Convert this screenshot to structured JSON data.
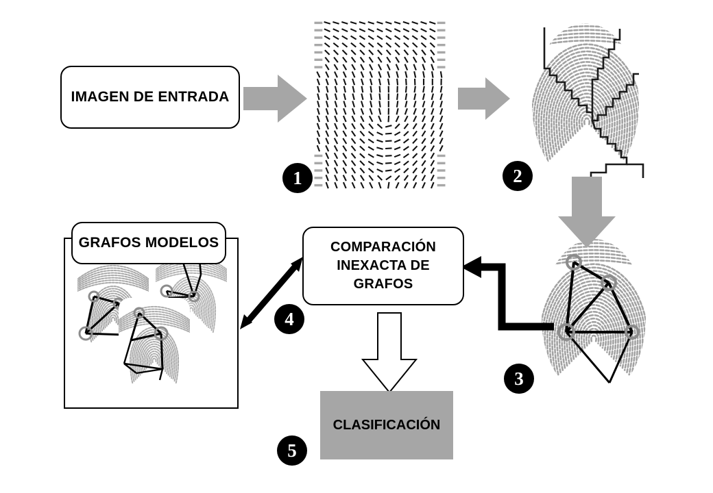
{
  "diagram": {
    "title": "Fingerprint recognition pipeline using inexact graph comparison",
    "colors": {
      "arrow_gray": "#a6a6a6",
      "fingerprint_gray": "#a0a0a0",
      "outline_black": "#000000",
      "box_white": "#ffffff",
      "classification_fill": "#a6a6a6"
    },
    "boxes": {
      "input_image": {
        "label": "IMAGEN DE ENTRADA",
        "shape": "rounded-rectangle",
        "fill": "#ffffff"
      },
      "model_graphs": {
        "label": "GRAFOS MODELOS",
        "shape": "rounded-rectangle",
        "fill": "#ffffff"
      },
      "comparison": {
        "label": "COMPARACIÓN\nINEXACTA DE\nGRAFOS",
        "line1": "COMPARACIÓN",
        "line2": "INEXACTA DE",
        "line3": "GRAFOS",
        "shape": "rounded-rectangle",
        "fill": "#ffffff"
      },
      "classification": {
        "label": "CLASIFICACIÓN",
        "shape": "rectangle",
        "fill": "#a6a6a6"
      }
    },
    "steps": [
      {
        "number": "1",
        "name": "orientation-field",
        "caption": "Orientation field of ridge directions"
      },
      {
        "number": "2",
        "name": "segmentation",
        "caption": "Fingerprint with stepped segmentation boundary"
      },
      {
        "number": "3",
        "name": "graph-extraction",
        "caption": "Fingerprint with extracted minutiae graph"
      },
      {
        "number": "4",
        "name": "graph-matching",
        "caption": "Inexact graph comparison against model graphs"
      },
      {
        "number": "5",
        "name": "classification",
        "caption": "Final classification result"
      }
    ],
    "arrows": [
      {
        "name": "input-to-orientation",
        "style": "block",
        "color": "#a6a6a6",
        "direction": "right"
      },
      {
        "name": "orientation-to-segmentation",
        "style": "block",
        "color": "#a6a6a6",
        "direction": "right"
      },
      {
        "name": "segmentation-to-graph",
        "style": "block",
        "color": "#a6a6a6",
        "direction": "down"
      },
      {
        "name": "graph-to-comparison",
        "style": "elbow-line",
        "color": "#000000",
        "direction": "left"
      },
      {
        "name": "models-to-comparison",
        "style": "double-headed",
        "color": "#000000",
        "direction": "both"
      },
      {
        "name": "comparison-to-classification",
        "style": "hollow-outline",
        "color": "#ffffff",
        "direction": "down"
      }
    ],
    "thumbnails": {
      "model_graph_count": "3",
      "caption": "Three stored model fingerprint graphs"
    }
  }
}
